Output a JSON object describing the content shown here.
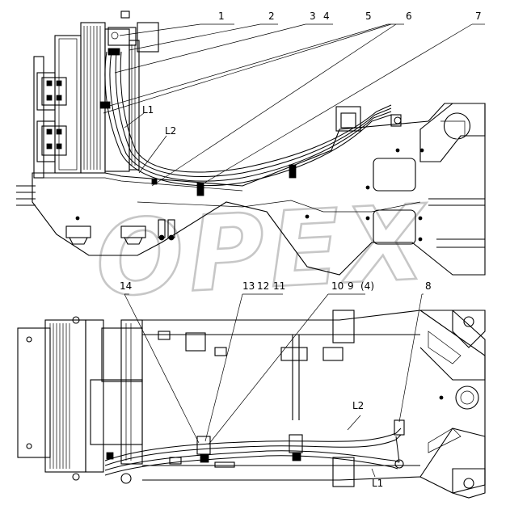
{
  "watermark": "OPEX",
  "callouts_top": {
    "c1": "1",
    "c2": "2",
    "c3": "3",
    "c4": "4",
    "c5": "5",
    "c6": "6",
    "c7": "7",
    "L1": "L1",
    "L2": "L2"
  },
  "callouts_bottom": {
    "c14": "14",
    "c13": "13",
    "c12": "12",
    "c11": "11",
    "c10": "10",
    "c9": "9",
    "c4p": "(4)",
    "c8": "8",
    "L1": "L1",
    "L2": "L2"
  }
}
